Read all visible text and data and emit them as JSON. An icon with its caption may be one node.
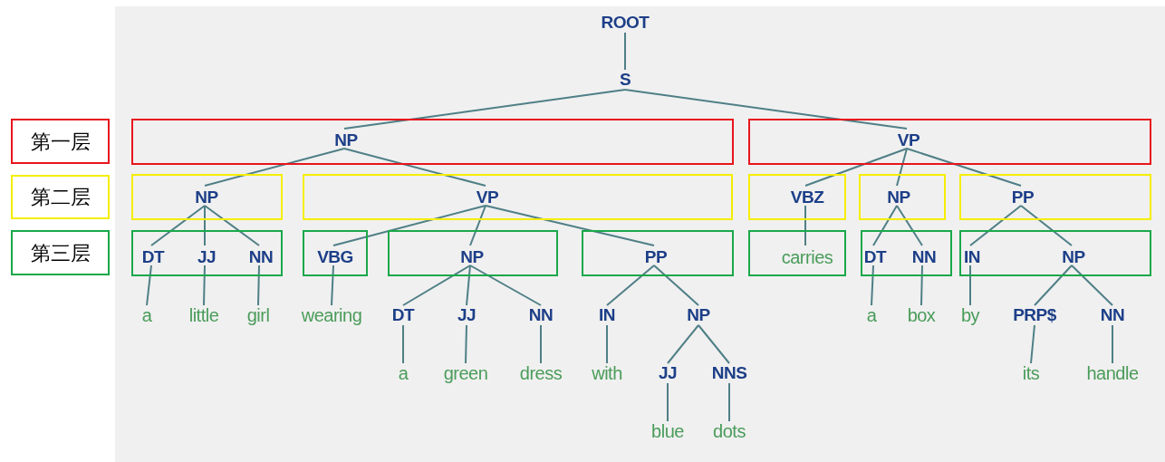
{
  "diagram": {
    "nodes": [
      {
        "text": [
          "第一层"
        ]
      },
      {
        "text": [
          "第二层"
        ]
      },
      {
        "text": [
          "第三层"
        ]
      },
      {
        "text": [
          "ROOT"
        ]
      },
      {
        "text": [
          "S"
        ]
      },
      {
        "text": [],
        "shape": "box"
      },
      {
        "text": [
          "NP"
        ],
        "in": 5
      },
      {
        "text": [],
        "shape": "box"
      },
      {
        "text": [
          "VP"
        ],
        "in": 7
      },
      {
        "text": [],
        "shape": "box"
      },
      {
        "text": [
          "NP"
        ],
        "in": 9
      },
      {
        "text": [],
        "shape": "box"
      },
      {
        "text": [
          "VP"
        ],
        "in": 11
      },
      {
        "text": [],
        "shape": "box"
      },
      {
        "text": [
          "VBZ"
        ],
        "in": 13
      },
      {
        "text": [],
        "shape": "box"
      },
      {
        "text": [
          "NP"
        ],
        "in": 15
      },
      {
        "text": [],
        "shape": "box"
      },
      {
        "text": [
          "PP"
        ],
        "in": 17
      },
      {
        "text": [],
        "shape": "box"
      },
      {
        "text": [
          "DT"
        ],
        "in": 19
      },
      {
        "text": [
          "JJ"
        ],
        "in": 19
      },
      {
        "text": [
          "NN"
        ],
        "in": 19
      },
      {
        "text": [],
        "shape": "box"
      },
      {
        "text": [
          "VBG"
        ],
        "in": 23
      },
      {
        "text": [],
        "shape": "box"
      },
      {
        "text": [
          "NP"
        ],
        "in": 25
      },
      {
        "text": [],
        "shape": "box"
      },
      {
        "text": [
          "PP"
        ],
        "in": 27
      },
      {
        "text": [],
        "shape": "box"
      },
      {
        "text": [
          "carries"
        ],
        "in": 29
      },
      {
        "text": [],
        "shape": "box"
      },
      {
        "text": [
          "DT"
        ],
        "in": 31
      },
      {
        "text": [
          "NN"
        ],
        "in": 31
      },
      {
        "text": [],
        "shape": "box"
      },
      {
        "text": [
          "IN"
        ],
        "in": 34
      },
      {
        "text": [
          "NP"
        ],
        "in": 34
      },
      {
        "text": [
          "a"
        ]
      },
      {
        "text": [
          "little"
        ]
      },
      {
        "text": [
          "girl"
        ]
      },
      {
        "text": [
          "wearing"
        ]
      },
      {
        "text": [
          "DT"
        ]
      },
      {
        "text": [
          "JJ"
        ]
      },
      {
        "text": [
          "NN"
        ]
      },
      {
        "text": [
          "IN"
        ]
      },
      {
        "text": [
          "NP"
        ]
      },
      {
        "text": [
          "a"
        ]
      },
      {
        "text": [
          "box"
        ]
      },
      {
        "text": [
          "by"
        ]
      },
      {
        "text": [
          "PRP$"
        ]
      },
      {
        "text": [
          "NN"
        ]
      },
      {
        "text": [
          "a"
        ]
      },
      {
        "text": [
          "green"
        ]
      },
      {
        "text": [
          "dress"
        ]
      },
      {
        "text": [
          "with"
        ]
      },
      {
        "text": [
          "JJ"
        ]
      },
      {
        "text": [
          "NNS"
        ]
      },
      {
        "text": [
          "its"
        ]
      },
      {
        "text": [
          "handle"
        ]
      },
      {
        "text": [
          "blue"
        ]
      },
      {
        "text": [
          "dots"
        ]
      }
    ],
    "edges": [
      {
        "from": 3,
        "to": 4,
        "arrow": "none"
      },
      {
        "from": 4,
        "to": 6,
        "arrow": "none"
      },
      {
        "from": 4,
        "to": 8,
        "arrow": "none"
      },
      {
        "from": 6,
        "to": 10,
        "arrow": "none"
      },
      {
        "from": 6,
        "to": 12,
        "arrow": "none"
      },
      {
        "from": 8,
        "to": 14,
        "arrow": "none"
      },
      {
        "from": 8,
        "to": 16,
        "arrow": "none"
      },
      {
        "from": 8,
        "to": 18,
        "arrow": "none"
      },
      {
        "from": 10,
        "to": 20,
        "arrow": "none"
      },
      {
        "from": 10,
        "to": 21,
        "arrow": "none"
      },
      {
        "from": 10,
        "to": 22,
        "arrow": "none"
      },
      {
        "from": 12,
        "to": 24,
        "arrow": "none"
      },
      {
        "from": 12,
        "to": 26,
        "arrow": "none"
      },
      {
        "from": 12,
        "to": 28,
        "arrow": "none"
      },
      {
        "from": 14,
        "to": 30,
        "arrow": "none"
      },
      {
        "from": 16,
        "to": 32,
        "arrow": "none"
      },
      {
        "from": 16,
        "to": 33,
        "arrow": "none"
      },
      {
        "from": 18,
        "to": 35,
        "arrow": "none"
      },
      {
        "from": 18,
        "to": 36,
        "arrow": "none"
      },
      {
        "from": 20,
        "to": 37,
        "arrow": "none"
      },
      {
        "from": 21,
        "to": 38,
        "arrow": "none"
      },
      {
        "from": 22,
        "to": 39,
        "arrow": "none"
      },
      {
        "from": 24,
        "to": 40,
        "arrow": "none"
      },
      {
        "from": 26,
        "to": 41,
        "arrow": "none"
      },
      {
        "from": 26,
        "to": 42,
        "arrow": "none"
      },
      {
        "from": 26,
        "to": 43,
        "arrow": "none"
      },
      {
        "from": 28,
        "to": 44,
        "arrow": "none"
      },
      {
        "from": 28,
        "to": 45,
        "arrow": "none"
      },
      {
        "from": 32,
        "to": 46,
        "arrow": "none"
      },
      {
        "from": 33,
        "to": 47,
        "arrow": "none"
      },
      {
        "from": 35,
        "to": 48,
        "arrow": "none"
      },
      {
        "from": 36,
        "to": 49,
        "arrow": "none"
      },
      {
        "from": 36,
        "to": 50,
        "arrow": "none"
      },
      {
        "from": 41,
        "to": 51,
        "arrow": "none"
      },
      {
        "from": 42,
        "to": 52,
        "arrow": "none"
      },
      {
        "from": 43,
        "to": 53,
        "arrow": "none"
      },
      {
        "from": 44,
        "to": 54,
        "arrow": "none"
      },
      {
        "from": 45,
        "to": 55,
        "arrow": "none"
      },
      {
        "from": 45,
        "to": 56,
        "arrow": "none"
      },
      {
        "from": 49,
        "to": 57,
        "arrow": "none"
      },
      {
        "from": 50,
        "to": 58,
        "arrow": "none"
      },
      {
        "from": 55,
        "to": 59,
        "arrow": "none"
      },
      {
        "from": 56,
        "to": 60,
        "arrow": "none"
      }
    ]
  }
}
